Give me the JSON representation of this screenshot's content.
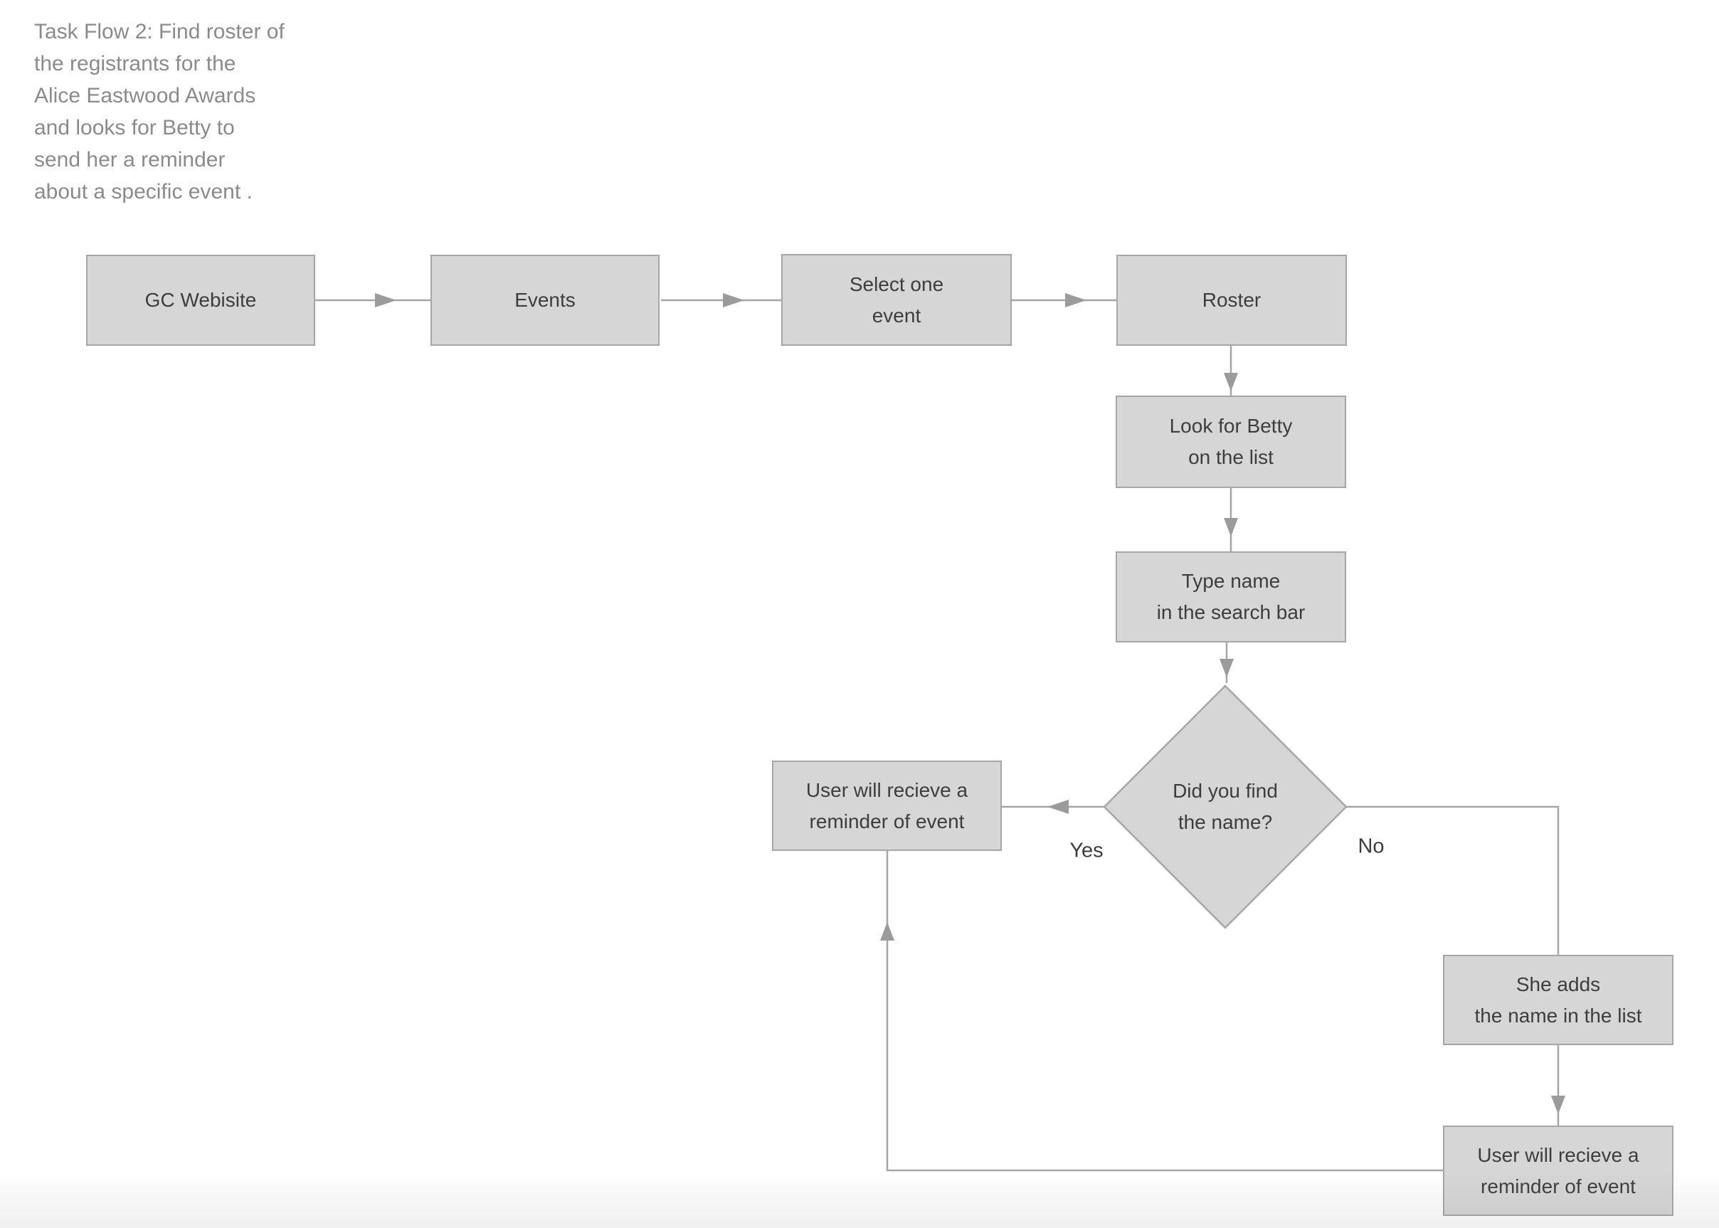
{
  "title": "Task Flow 2: Find  roster of\nthe registrants for the\nAlice Eastwood Awards\nand looks for Betty to\nsend her a reminder\nabout a specific event .",
  "nodes": {
    "gc_website": {
      "label": "GC Webisite"
    },
    "events": {
      "label": "Events"
    },
    "select_one_event": {
      "label": "Select one\nevent"
    },
    "roster": {
      "label": "Roster"
    },
    "look_for_betty": {
      "label": "Look for Betty\non the list"
    },
    "type_name": {
      "label": "Type name\nin the search bar"
    },
    "decision": {
      "label": "Did you find\nthe name?"
    },
    "reminder_yes": {
      "label": "User will recieve a\nreminder of event"
    },
    "she_adds": {
      "label": "She adds\nthe name in the list"
    },
    "reminder_no": {
      "label": "User will recieve a\nreminder of event"
    }
  },
  "edge_labels": {
    "yes": "Yes",
    "no": "No"
  },
  "colors": {
    "background": "#ffffff",
    "node_fill": "#d6d6d6",
    "node_border": "#a6a6a6",
    "connector": "#a6a6a6",
    "arrowhead": "#9b9b9b",
    "node_text": "#3d3d3d",
    "title_text": "#8b8b8b"
  }
}
